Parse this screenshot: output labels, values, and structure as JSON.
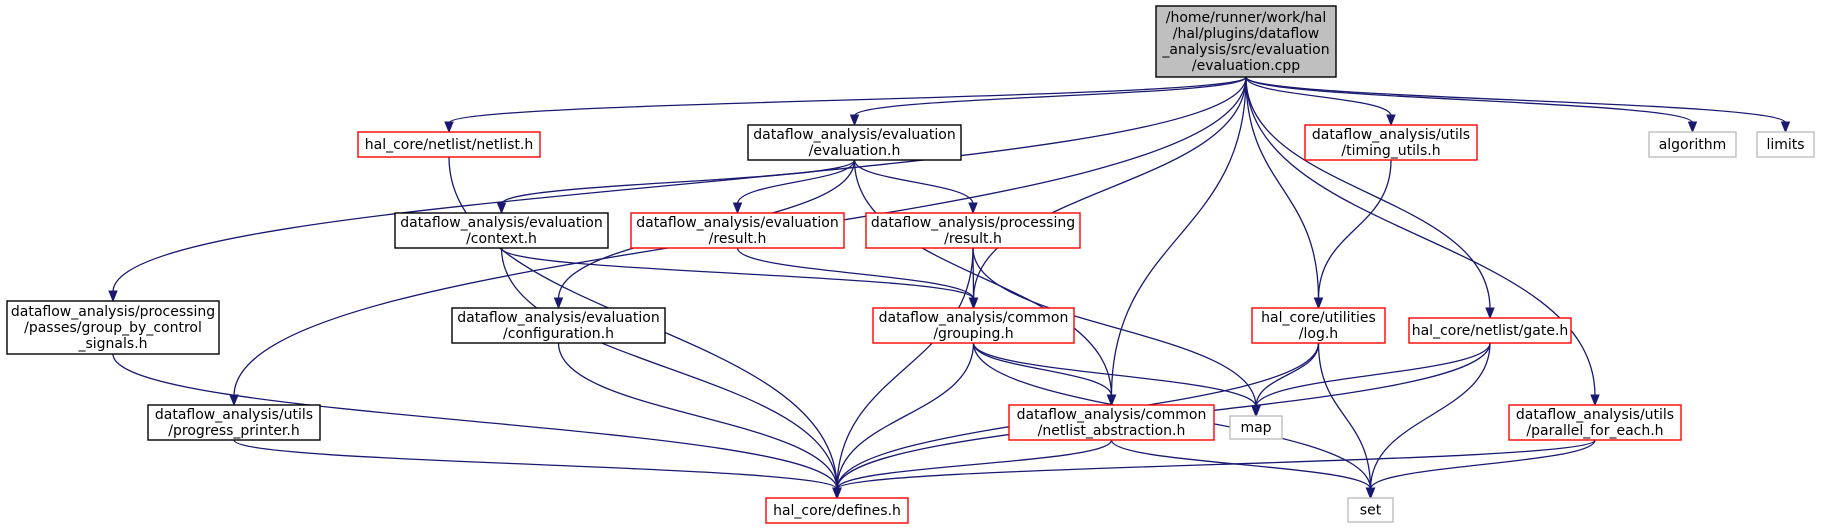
{
  "colors": {
    "root_fill": "#bfbfbf",
    "root_stroke": "#000000",
    "documented_stroke": "#000000",
    "undocumented_stroke": "#ff0000",
    "system_stroke": "#bfbfbf",
    "edge": "#191970"
  },
  "nodes": [
    {
      "id": "root",
      "kind": "root",
      "lines": [
        "/home/runner/work/hal",
        "/hal/plugins/dataflow",
        "_analysis/src/evaluation",
        "/evaluation.cpp"
      ]
    },
    {
      "id": "netlist",
      "kind": "undocumented",
      "lines": [
        "hal_core/netlist/netlist.h"
      ]
    },
    {
      "id": "eval_h",
      "kind": "documented",
      "lines": [
        "dataflow_analysis/evaluation",
        "/evaluation.h"
      ]
    },
    {
      "id": "timing",
      "kind": "undocumented",
      "lines": [
        "dataflow_analysis/utils",
        "/timing_utils.h"
      ]
    },
    {
      "id": "algorithm",
      "kind": "system",
      "lines": [
        "algorithm"
      ]
    },
    {
      "id": "limits",
      "kind": "system",
      "lines": [
        "limits"
      ]
    },
    {
      "id": "context",
      "kind": "documented",
      "lines": [
        "dataflow_analysis/evaluation",
        "/context.h"
      ]
    },
    {
      "id": "eval_result",
      "kind": "undocumented",
      "lines": [
        "dataflow_analysis/evaluation",
        "/result.h"
      ]
    },
    {
      "id": "proc_result",
      "kind": "undocumented",
      "lines": [
        "dataflow_analysis/processing",
        "/result.h"
      ]
    },
    {
      "id": "group_by",
      "kind": "documented",
      "lines": [
        "dataflow_analysis/processing",
        "/passes/group_by_control",
        "_signals.h"
      ]
    },
    {
      "id": "configuration",
      "kind": "documented",
      "lines": [
        "dataflow_analysis/evaluation",
        "/configuration.h"
      ]
    },
    {
      "id": "grouping",
      "kind": "undocumented",
      "lines": [
        "dataflow_analysis/common",
        "/grouping.h"
      ]
    },
    {
      "id": "log",
      "kind": "undocumented",
      "lines": [
        "hal_core/utilities",
        "/log.h"
      ]
    },
    {
      "id": "gate",
      "kind": "undocumented",
      "lines": [
        "hal_core/netlist/gate.h"
      ]
    },
    {
      "id": "progress",
      "kind": "documented",
      "lines": [
        "dataflow_analysis/utils",
        "/progress_printer.h"
      ]
    },
    {
      "id": "netlist_abs",
      "kind": "undocumented",
      "lines": [
        "dataflow_analysis/common",
        "/netlist_abstraction.h"
      ]
    },
    {
      "id": "map",
      "kind": "system",
      "lines": [
        "map"
      ]
    },
    {
      "id": "parallel",
      "kind": "undocumented",
      "lines": [
        "dataflow_analysis/utils",
        "/parallel_for_each.h"
      ]
    },
    {
      "id": "defines",
      "kind": "undocumented",
      "lines": [
        "hal_core/defines.h"
      ]
    },
    {
      "id": "set",
      "kind": "system",
      "lines": [
        "set"
      ]
    }
  ],
  "edges": [
    {
      "from": "root",
      "to": "netlist"
    },
    {
      "from": "root",
      "to": "eval_h"
    },
    {
      "from": "root",
      "to": "timing"
    },
    {
      "from": "root",
      "to": "algorithm"
    },
    {
      "from": "root",
      "to": "limits"
    },
    {
      "from": "root",
      "to": "group_by"
    },
    {
      "from": "root",
      "to": "progress"
    },
    {
      "from": "root",
      "to": "grouping"
    },
    {
      "from": "root",
      "to": "netlist_abs"
    },
    {
      "from": "root",
      "to": "log"
    },
    {
      "from": "root",
      "to": "gate"
    },
    {
      "from": "root",
      "to": "parallel"
    },
    {
      "from": "netlist",
      "to": "defines"
    },
    {
      "from": "eval_h",
      "to": "context"
    },
    {
      "from": "eval_h",
      "to": "eval_result"
    },
    {
      "from": "eval_h",
      "to": "proc_result"
    },
    {
      "from": "eval_h",
      "to": "configuration"
    },
    {
      "from": "eval_h",
      "to": "netlist_abs"
    },
    {
      "from": "timing",
      "to": "log"
    },
    {
      "from": "context",
      "to": "grouping"
    },
    {
      "from": "context",
      "to": "defines"
    },
    {
      "from": "eval_result",
      "to": "grouping"
    },
    {
      "from": "proc_result",
      "to": "grouping"
    },
    {
      "from": "proc_result",
      "to": "defines"
    },
    {
      "from": "proc_result",
      "to": "map"
    },
    {
      "from": "group_by",
      "to": "defines"
    },
    {
      "from": "configuration",
      "to": "defines"
    },
    {
      "from": "grouping",
      "to": "netlist_abs"
    },
    {
      "from": "grouping",
      "to": "defines"
    },
    {
      "from": "grouping",
      "to": "map"
    },
    {
      "from": "grouping",
      "to": "set"
    },
    {
      "from": "log",
      "to": "map"
    },
    {
      "from": "log",
      "to": "defines"
    },
    {
      "from": "log",
      "to": "set"
    },
    {
      "from": "gate",
      "to": "map"
    },
    {
      "from": "gate",
      "to": "defines"
    },
    {
      "from": "gate",
      "to": "set"
    },
    {
      "from": "progress",
      "to": "defines"
    },
    {
      "from": "netlist_abs",
      "to": "defines"
    },
    {
      "from": "netlist_abs",
      "to": "set"
    },
    {
      "from": "parallel",
      "to": "defines"
    },
    {
      "from": "parallel",
      "to": "set"
    }
  ]
}
